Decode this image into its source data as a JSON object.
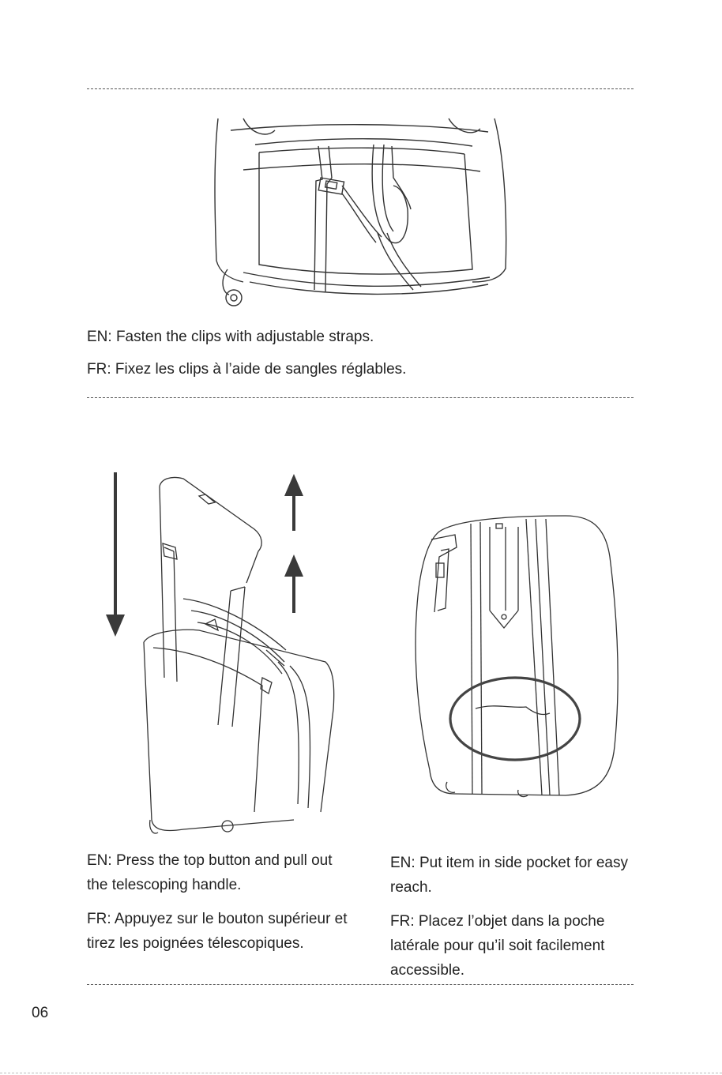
{
  "sections": [
    {
      "en": "EN: Fasten the clips with adjustable straps.",
      "fr": "FR: Fixez les clips à l’aide de sangles réglables."
    },
    {
      "en": "EN: Press the top button and pull out the telescoping handle.",
      "fr": "FR: Appuyez sur le bouton supérieur et tirez les poignées télescopiques."
    },
    {
      "en": "EN: Put item in side pocket for easy reach.",
      "fr": "FR: Placez l’objet dans la poche latérale pour qu’il soit facilement accessible."
    }
  ],
  "page_number": "06",
  "colors": {
    "text": "#222222",
    "line": "#555555",
    "arrow": "#3a3a3a"
  }
}
